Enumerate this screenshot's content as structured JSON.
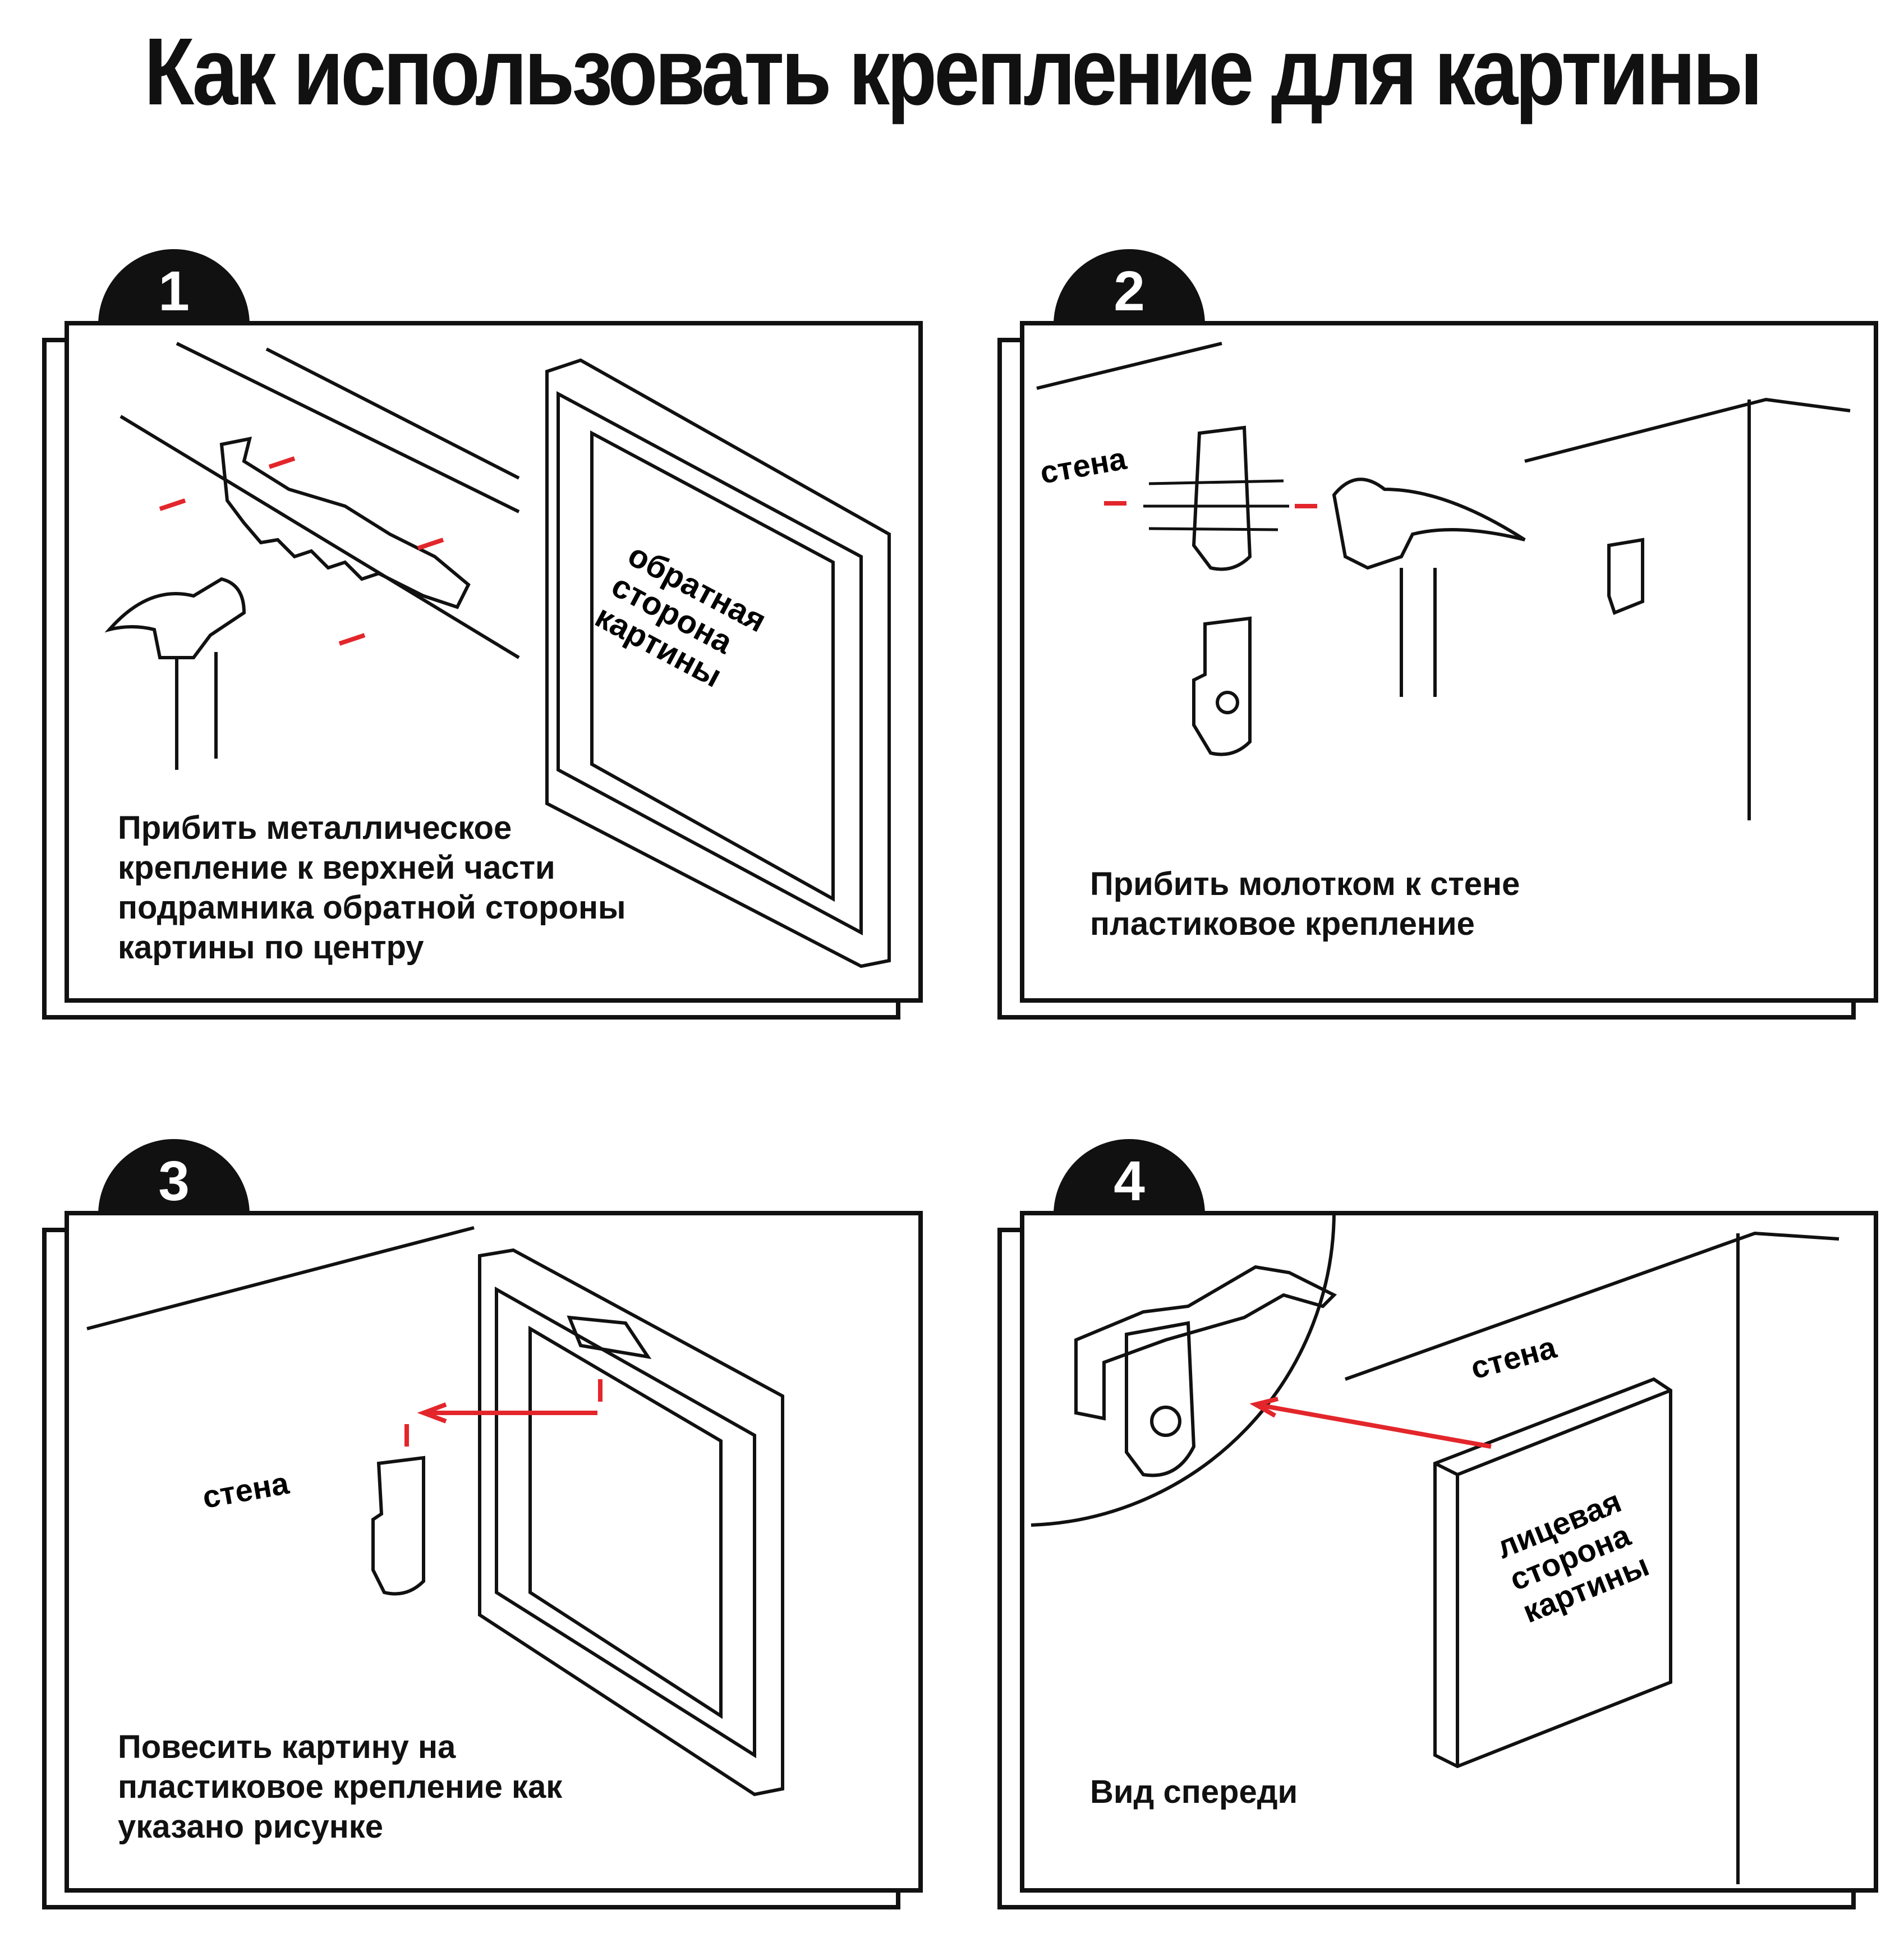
{
  "title": "Как использовать крепление для картины",
  "steps": [
    {
      "number": "1",
      "caption": "Прибить металлическое\nкрепление к верхней части\nподрамника обратной стороны\nкартины по центру",
      "labels": {
        "frame": [
          "обратная",
          "сторона",
          "картины"
        ]
      }
    },
    {
      "number": "2",
      "caption": "Прибить молотком к стене\nпластиковое крепление",
      "labels": {
        "wall": "стена"
      }
    },
    {
      "number": "3",
      "caption": "Повесить картину на\nпластиковое крепление как\nуказано рисунке",
      "labels": {
        "wall": "стена"
      }
    },
    {
      "number": "4",
      "caption": "Вид спереди",
      "labels": {
        "wall": "стена",
        "front": [
          "лицевая",
          "сторона",
          "картины"
        ]
      }
    }
  ],
  "colors": {
    "arrow": "#e3262b",
    "ink": "#111111"
  }
}
